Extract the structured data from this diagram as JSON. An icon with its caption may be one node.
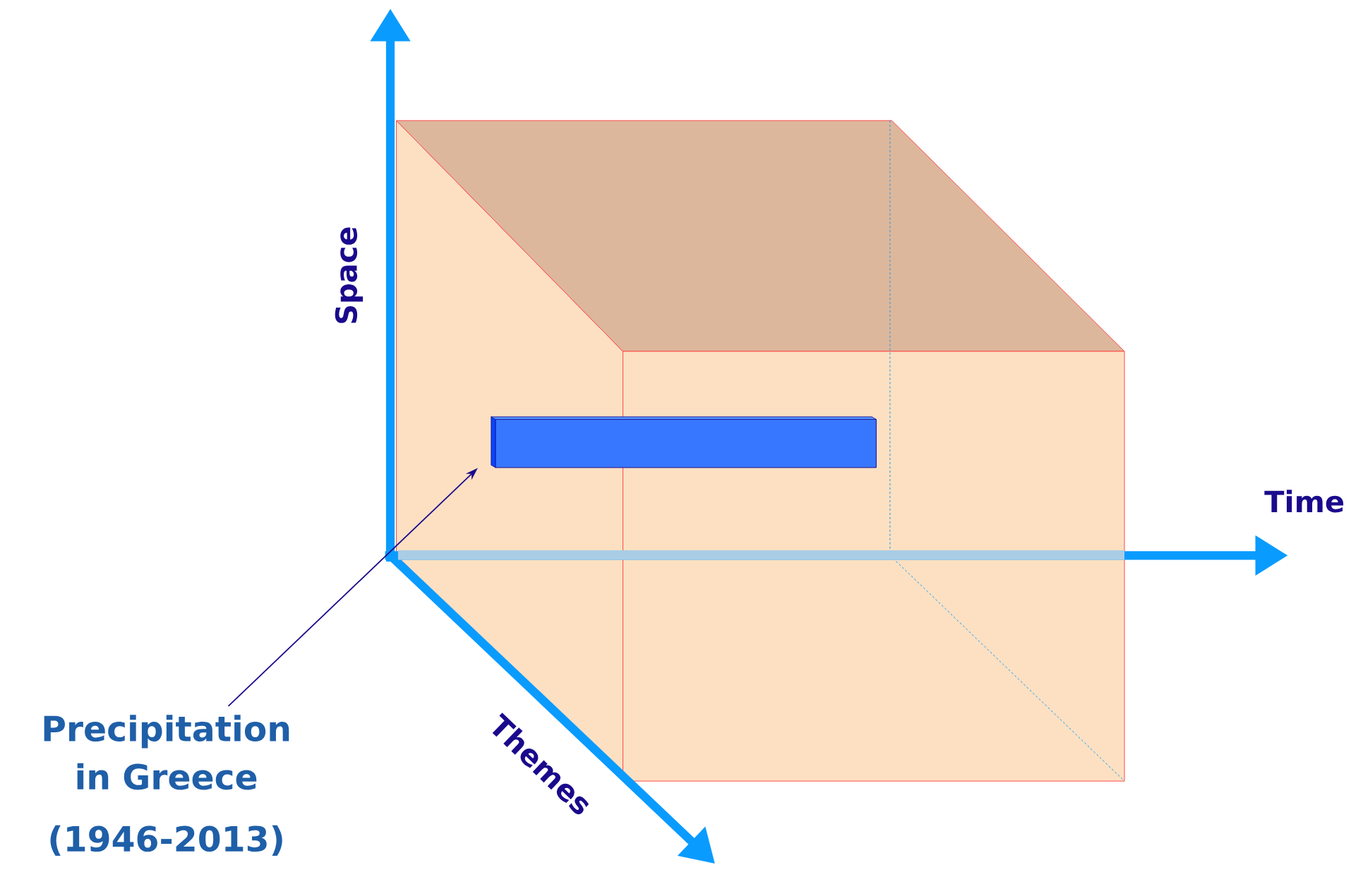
{
  "diagram": {
    "nodes": [
      {
        "text": [
          "Precipitation in Greece",
          "(1946-2013)"
        ]
      },
      {
        "text": [],
        "shape": "bar"
      }
    ],
    "edges": [
      {
        "from": 0,
        "to": 1,
        "arrow": "to"
      }
    ],
    "labels": [
      "Space",
      "Time",
      "Themes"
    ]
  }
}
